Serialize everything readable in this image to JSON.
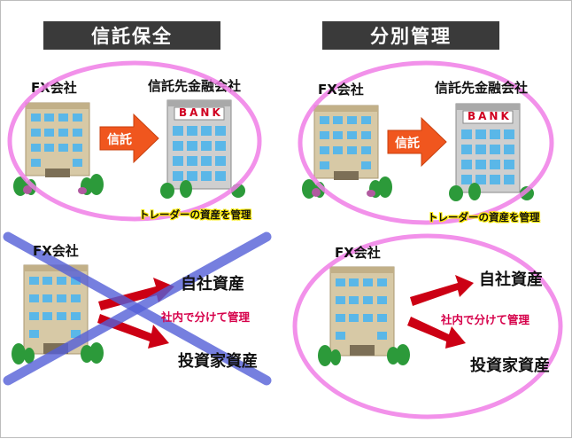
{
  "left_panel": {
    "title": "信託保全",
    "fx_company": "FX会社",
    "trust_bank": "信託先金融会社",
    "trust_label": "信託",
    "bank_sign": "BANK",
    "manage_label": "トレーダーの資産を管理"
  },
  "right_panel": {
    "title": "分別管理",
    "fx_company": "FX会社",
    "trust_bank": "信託先金融会社",
    "trust_label": "信託",
    "bank_sign": "BANK",
    "manage_label": "トレーダーの資産を管理"
  },
  "left_bottom": {
    "fx_company": "FX会社",
    "own_assets": "自社資産",
    "separate_label": "社内で分けて管理",
    "investor_assets": "投資家資産"
  },
  "right_bottom": {
    "fx_company": "FX会社",
    "own_assets": "自社資産",
    "separate_label": "社内で分けて管理",
    "investor_assets": "投資家資産"
  },
  "colors": {
    "ellipse": "#f07ee6",
    "cross": "#5560d8",
    "arrow_red": "#cc0014",
    "trust_arrow": "#f0561e"
  }
}
